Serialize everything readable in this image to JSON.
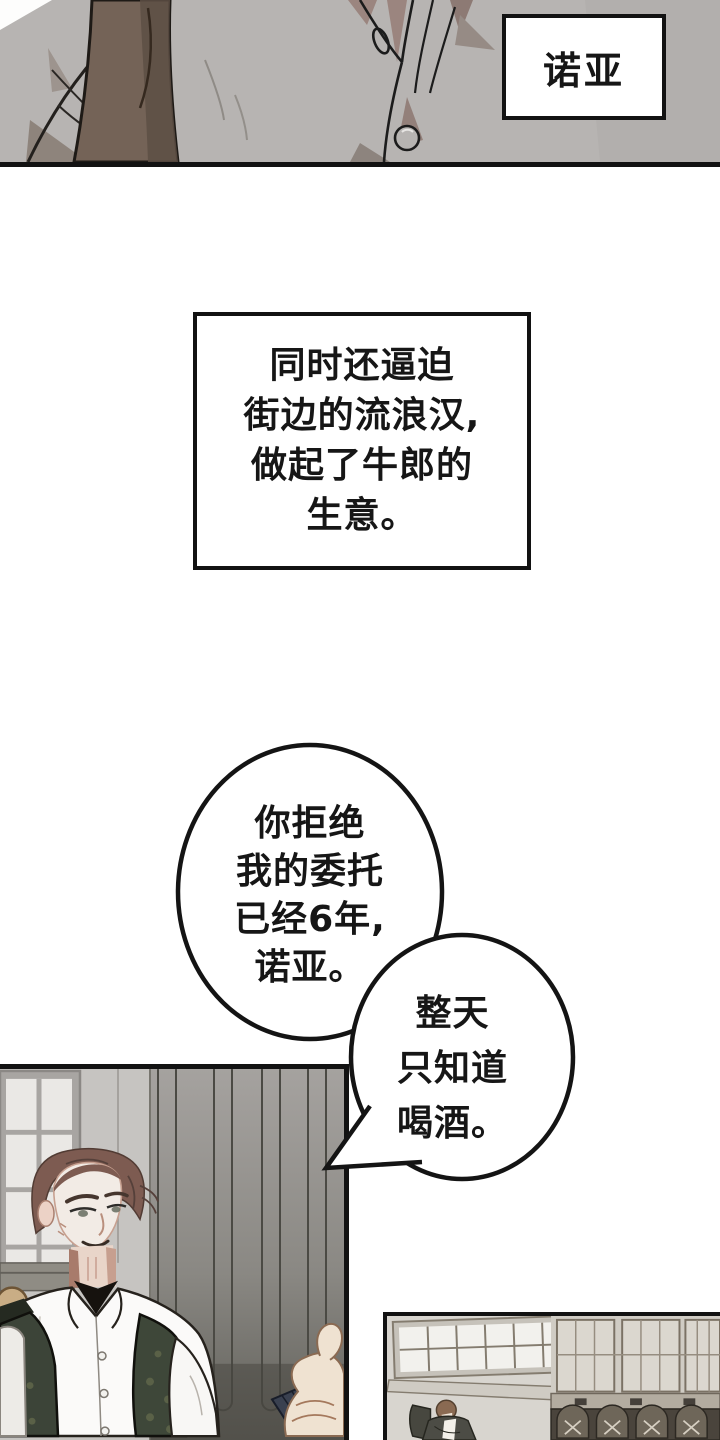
{
  "meta": {
    "kind": "manhwa-comic-page",
    "language": "zh"
  },
  "name_box": {
    "text": "诺亚"
  },
  "caption_box": {
    "lines": [
      "同时还逼迫",
      "街边的流浪汉,",
      "做起了牛郎的",
      "生意。"
    ]
  },
  "speech_bubbles": [
    {
      "name": "bubble-1",
      "lines": [
        "你拒绝",
        "我的委托",
        "已经6年,",
        "诺亚。"
      ]
    },
    {
      "name": "bubble-2",
      "lines": [
        "整天",
        "只知道",
        "喝酒。"
      ]
    }
  ],
  "colors": {
    "ink": "#121212",
    "paper": "#ffffff",
    "top_panel_bg": "#b7b4b2",
    "strap_brown": "#746357",
    "strap_shadow": "#5d4f44",
    "collar_mauve": "#9b857f",
    "wall_light": "#c6c4c1",
    "wall_column": "#a5a29f",
    "wall_dark": "#5f5e58",
    "hair_brown": "#7d5b51",
    "skin_face": "#f2ebe5",
    "vest_green": "#3e4739",
    "shirt_white": "#fbfaf9",
    "right_panel_bg": "#d8d5cf",
    "cabinet_dark": "#4a443c",
    "books_navy": "#3a4150",
    "hand_skin": "#efe2d1"
  }
}
